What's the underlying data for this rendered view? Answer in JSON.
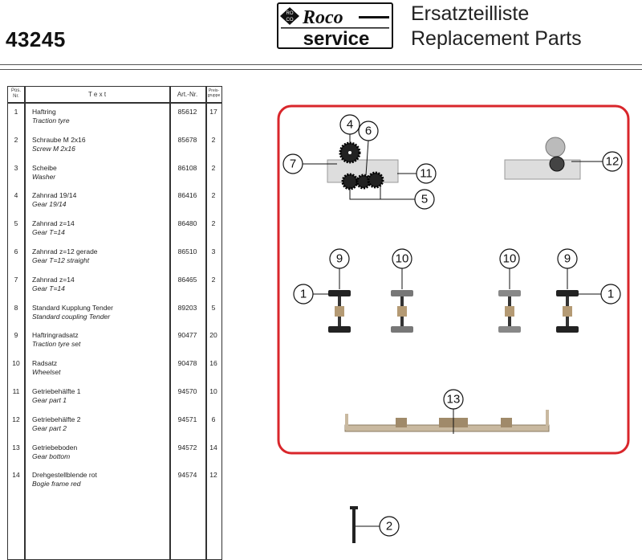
{
  "header": {
    "model_number": "43245",
    "title_de": "Ersatzteilliste",
    "title_en": "Replacement Parts",
    "logo_text": [
      "RO CO",
      "Roco",
      "service"
    ]
  },
  "table": {
    "headers": {
      "pos": "Pos. Nr.",
      "text": "T e x t",
      "art": "Art.-Nr.",
      "group": "Preis- gruppe"
    },
    "rows": [
      {
        "pos": "1",
        "de": "Haftring",
        "en": "Traction tyre",
        "art": "85612",
        "group": "17"
      },
      {
        "pos": "2",
        "de": "Schraube M 2x16",
        "en": "Screw M 2x16",
        "art": "85678",
        "group": "2"
      },
      {
        "pos": "3",
        "de": "Scheibe",
        "en": "Washer",
        "art": "86108",
        "group": "2"
      },
      {
        "pos": "4",
        "de": "Zahnrad 19/14",
        "en": "Gear 19/14",
        "art": "86416",
        "group": "2"
      },
      {
        "pos": "5",
        "de": "Zahnrad z=14",
        "en": "Gear T=14",
        "art": "86480",
        "group": "2"
      },
      {
        "pos": "6",
        "de": "Zahnrad z=12 gerade",
        "en": "Gear T=12 straight",
        "art": "86510",
        "group": "3"
      },
      {
        "pos": "7",
        "de": "Zahnrad z=14",
        "en": "Gear T=14",
        "art": "86465",
        "group": "2"
      },
      {
        "pos": "8",
        "de": "Standard Kupplung Tender",
        "en": "Standard coupling Tender",
        "art": "89203",
        "group": "5"
      },
      {
        "pos": "9",
        "de": "Haftringradsatz",
        "en": "Traction tyre set",
        "art": "90477",
        "group": "20"
      },
      {
        "pos": "10",
        "de": "Radsatz",
        "en": "Wheelset",
        "art": "90478",
        "group": "16"
      },
      {
        "pos": "11",
        "de": "Getriebehälfte 1",
        "en": "Gear part 1",
        "art": "94570",
        "group": "10"
      },
      {
        "pos": "12",
        "de": "Getriebehälfte 2",
        "en": "Gear part 2",
        "art": "94571",
        "group": "6"
      },
      {
        "pos": "13",
        "de": "Getriebeboden",
        "en": "Gear bottom",
        "art": "94572",
        "group": "14"
      },
      {
        "pos": "14",
        "de": "Drehgestellblende rot",
        "en": "Bogie frame red",
        "art": "94574",
        "group": "12"
      }
    ]
  },
  "diagram": {
    "highlight_color": "#d9262b",
    "callouts": [
      "4",
      "6",
      "7",
      "11",
      "5",
      "12",
      "9",
      "10",
      "10",
      "9",
      "1",
      "1",
      "13",
      "2"
    ]
  }
}
